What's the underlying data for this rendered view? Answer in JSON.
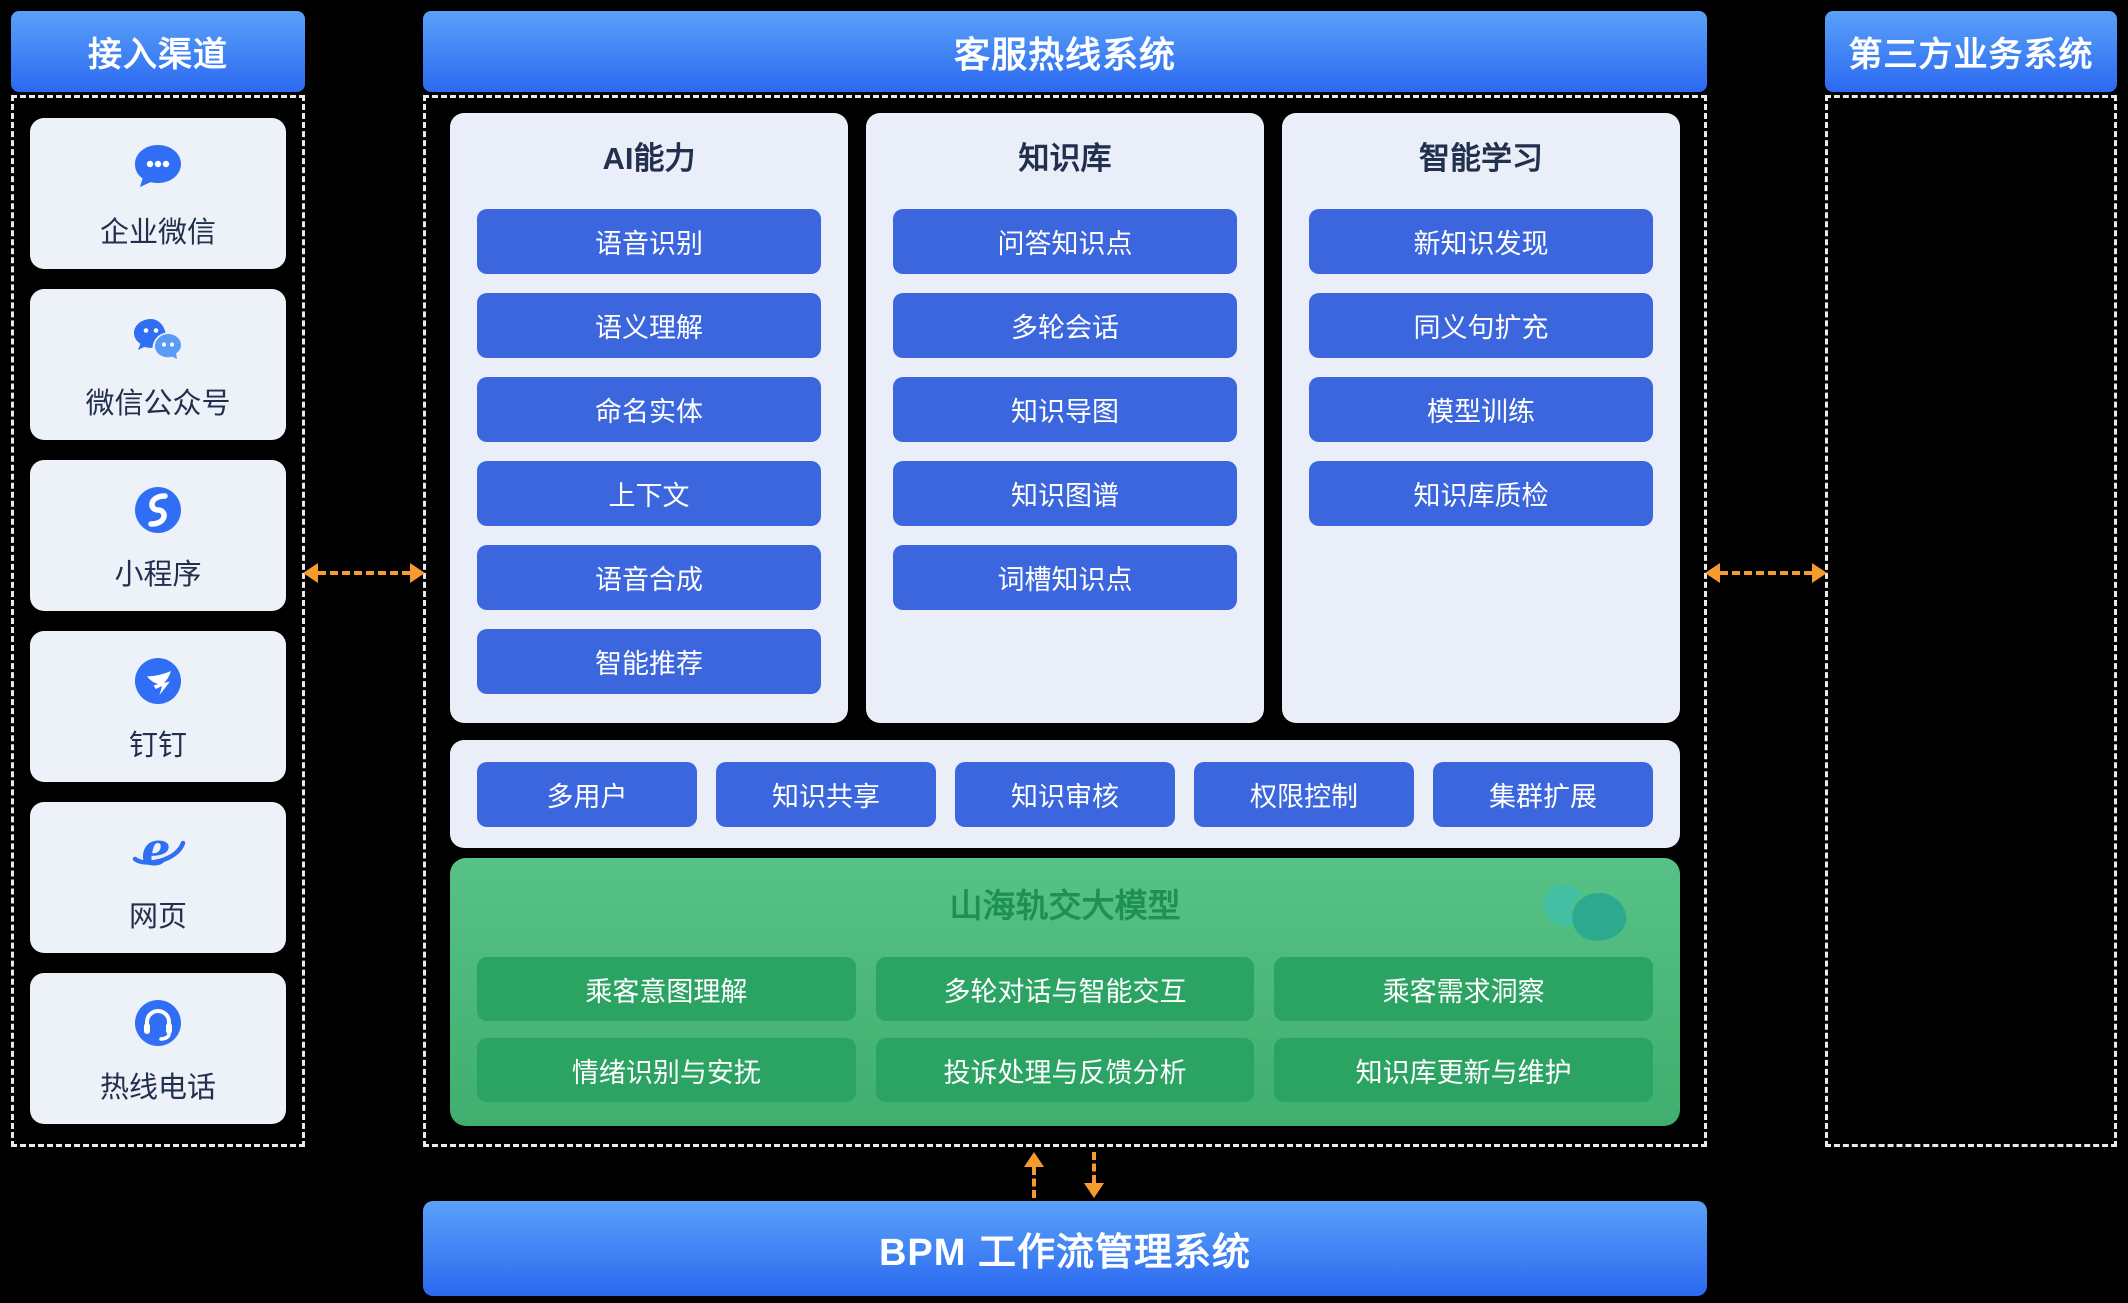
{
  "colors": {
    "header_gradient_top": "#5aa1f9",
    "header_gradient_bottom": "#2b69f0",
    "blue_button": "#3b66dd",
    "panel_background": "#e9eef8",
    "card_background": "#edf1f8",
    "green_panel_top": "#57c287",
    "green_panel_bottom": "#3fae6e",
    "green_button": "#2ba363",
    "green_title_text": "#1e9152",
    "arrow_orange": "#f79b2e",
    "dashed_border": "#e6eaf0",
    "background": "#000000",
    "icon_blue": "#2f6ef5"
  },
  "left_panel": {
    "title": "接入渠道",
    "items": [
      {
        "label": "企业微信",
        "icon": "wecom-chat-icon"
      },
      {
        "label": "微信公众号",
        "icon": "wechat-icon"
      },
      {
        "label": "小程序",
        "icon": "miniprogram-icon"
      },
      {
        "label": "钉钉",
        "icon": "dingtalk-icon"
      },
      {
        "label": "网页",
        "icon": "browser-e-icon"
      },
      {
        "label": "热线电话",
        "icon": "headset-icon"
      }
    ]
  },
  "center_panel": {
    "title": "客服热线系统",
    "columns": [
      {
        "title": "AI能力",
        "items": [
          "语音识别",
          "语义理解",
          "命名实体",
          "上下文",
          "语音合成",
          "智能推荐"
        ]
      },
      {
        "title": "知识库",
        "items": [
          "问答知识点",
          "多轮会话",
          "知识导图",
          "知识图谱",
          "词槽知识点"
        ]
      },
      {
        "title": "智能学习",
        "items": [
          "新知识发现",
          "同义句扩充",
          "模型训练",
          "知识库质检"
        ]
      }
    ],
    "feature_row": [
      "多用户",
      "知识共享",
      "知识审核",
      "权限控制",
      "集群扩展"
    ],
    "model_panel": {
      "title": "山海轨交大模型",
      "logo": "shanhai-model-logo",
      "rows": [
        [
          "乘客意图理解",
          "多轮对话与智能交互",
          "乘客需求洞察"
        ],
        [
          "情绪识别与安抚",
          "投诉处理与反馈分析",
          "知识库更新与维护"
        ]
      ]
    }
  },
  "right_panel": {
    "title": "第三方业务系统"
  },
  "bottom_bar": {
    "title": "BPM 工作流管理系统"
  }
}
